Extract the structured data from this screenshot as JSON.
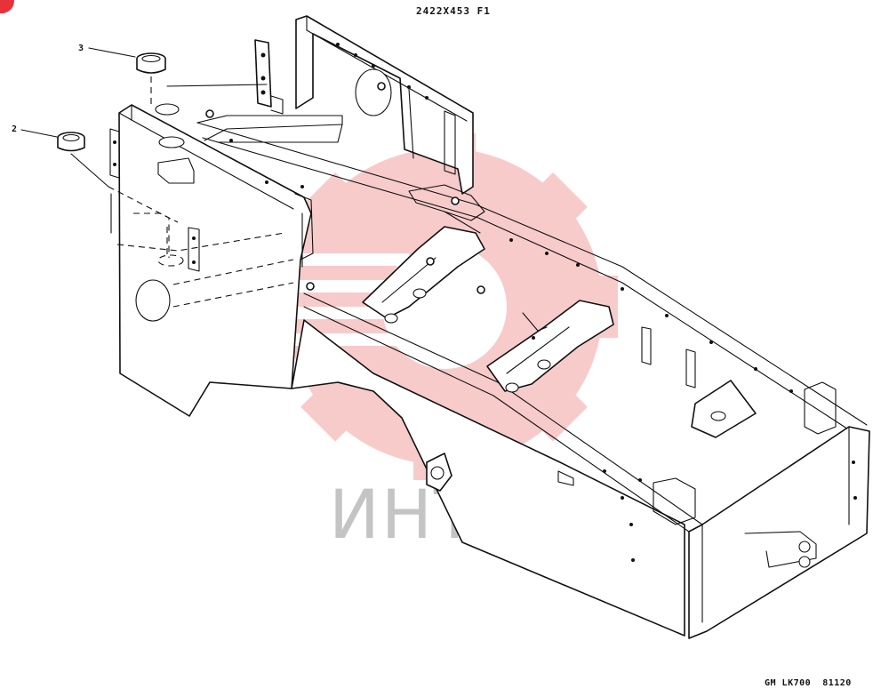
{
  "drawing": {
    "title": "2422X453 F1",
    "footer": "GM LK700  81120",
    "watermark": "ИНТЕХ",
    "watermark_color": "#e83a3a",
    "callouts": [
      {
        "label": "3"
      },
      {
        "label": "2"
      }
    ]
  }
}
